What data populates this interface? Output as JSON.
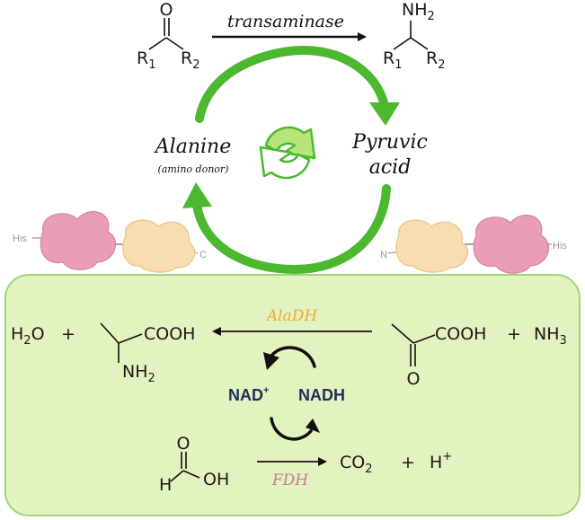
{
  "colors": {
    "cycle_green": "#4cb82f",
    "panel_fill": "#e2f3c0",
    "panel_border": "#9fd67a",
    "enzyme_pink": "#ea9db7",
    "enzyme_cream": "#f7ddb0",
    "aladh_label": "#f2a838",
    "fdh_label": "#c9789a",
    "cofactor_text": "#1f2d5c"
  },
  "top": {
    "ketone": {
      "oxygen": "O",
      "r1": "R",
      "r1_sub": "1",
      "r2": "R",
      "r2_sub": "2"
    },
    "amine": {
      "nh": "NH",
      "nh_sub": "2",
      "r1": "R",
      "r1_sub": "1",
      "r2": "R",
      "r2_sub": "2"
    },
    "transaminase_label": "transaminase"
  },
  "cycle": {
    "left_label": "Alanine",
    "left_sublabel": "(amino donor)",
    "right_label_line1": "Pyruvic",
    "right_label_line2": "acid",
    "center_icon": "recycle-icon"
  },
  "fusion": {
    "left": {
      "his_tag": "His",
      "c_term": "C"
    },
    "right": {
      "n_term": "N",
      "his_tag": "His"
    }
  },
  "panel": {
    "water": {
      "h": "H",
      "sub": "2",
      "o": "O"
    },
    "plus1": "+",
    "alanine": {
      "cooh": "COOH",
      "nh": "NH",
      "nh_sub": "2"
    },
    "aladh_label": "AlaDH",
    "pyruvate": {
      "cooh": "COOH",
      "oxygen": "O"
    },
    "plus2": "+",
    "ammonia": {
      "nh": "NH",
      "sub": "3"
    },
    "nad": "NAD",
    "nad_sup": "+",
    "nadh": "NADH",
    "formic": {
      "oxygen": "O",
      "h": "H",
      "oh": "OH"
    },
    "fdh_label": "FDH",
    "co2": {
      "co": "CO",
      "sub": "2"
    },
    "plus3": "+",
    "proton": {
      "h": "H",
      "sup": "+"
    }
  }
}
